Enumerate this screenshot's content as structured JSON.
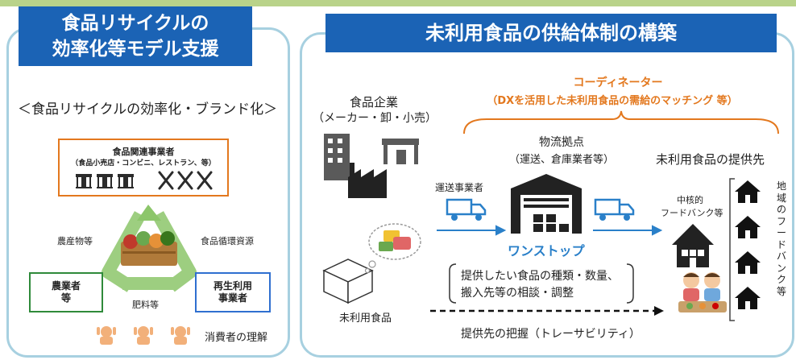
{
  "left": {
    "title_line1": "食品リサイクルの",
    "title_line2": "効率化等モデル支援",
    "subtitle": "＜食品リサイクルの効率化・ブランド化＞",
    "food_business": {
      "title": "食品関連事業者",
      "subtitle": "（食品小売店・コンビニ、レストラン、等）"
    },
    "cycle": {
      "label_left": "農産物等",
      "label_right": "食品循環資源",
      "label_bottom": "肥料等"
    },
    "farmer": {
      "line1": "農業者",
      "line2": "等"
    },
    "recycler": {
      "line1": "再生利用",
      "line2": "事業者"
    },
    "consumer_label": "消費者の理解"
  },
  "right": {
    "title": "未利用食品の供給体制の構築",
    "coordinator": {
      "line1": "コーディネーター",
      "line2": "（DXを活用した未利用食品の需給のマッチング 等）"
    },
    "food_company": {
      "line1": "食品企業",
      "line2": "（メーカー・卸・小売）"
    },
    "hub": {
      "line1": "物流拠点",
      "line2": "（運送、倉庫業者等）"
    },
    "carrier_label": "運送事業者",
    "one_stop_label": "ワンストップ",
    "destination_title": "未利用食品の提供先",
    "food_bank_label": {
      "line1": "中核的",
      "line2": "フードバンク等"
    },
    "regional_label": "地域のフードバンク等",
    "consult": {
      "line1": "提供したい食品の種類・数量、",
      "line2": "搬入先等の相談・調整"
    },
    "unused_food_label": "未利用食品",
    "traceability_label": "提供先の把握（トレーサビリティ）"
  },
  "colors": {
    "banner_blue": "#1b63b5",
    "panel_border": "#a7d0e0",
    "accent_orange": "#e3781e",
    "farmer_green": "#2f8a3a",
    "recycler_blue": "#2f6fd0",
    "cycle_green": "#8cc66a",
    "icon_dark": "#2b2b2b",
    "arrow_blue": "#2a80c9"
  }
}
